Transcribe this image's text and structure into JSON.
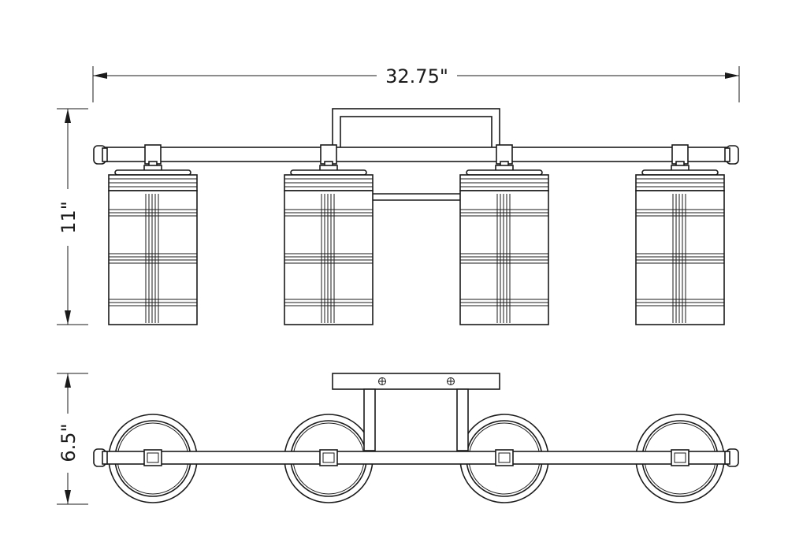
{
  "dimensions": {
    "width": "32.75\"",
    "height": "11\"",
    "depth": "6.5\""
  },
  "colors": {
    "line": "#1a1a1a",
    "background": "#ffffff"
  }
}
